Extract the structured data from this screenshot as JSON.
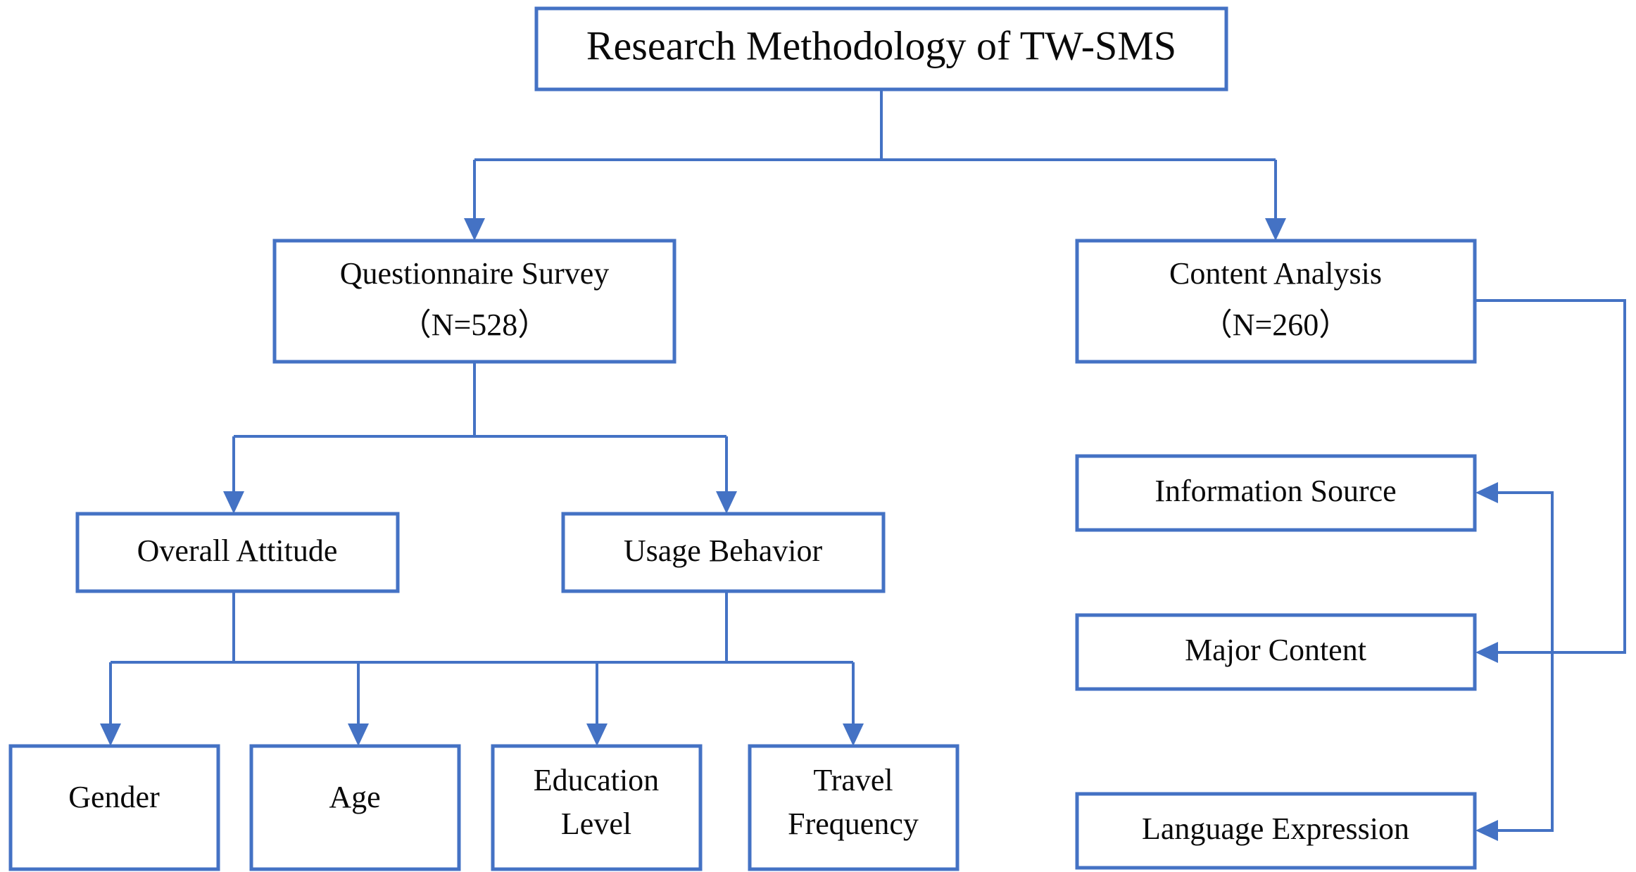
{
  "diagram": {
    "title": "Research Methodology of TW-SMS",
    "accent_color": "#4472C4",
    "box_fill": "#FFFFFF",
    "text_color": "#0A0A0A",
    "background": "#FFFFFF"
  },
  "nodes": {
    "root": {
      "label": "Research Methodology of TW-SMS"
    },
    "branch_left": {
      "line1": "Questionnaire Survey",
      "line2": "（N=528）"
    },
    "branch_right": {
      "line1": "Content Analysis",
      "line2": "（N=260）"
    },
    "survey_children": [
      {
        "label": "Overall Attitude"
      },
      {
        "label": "Usage Behavior"
      }
    ],
    "demographics": [
      {
        "line1": "Gender",
        "line2": ""
      },
      {
        "line1": "Age",
        "line2": ""
      },
      {
        "line1": "Education",
        "line2": "Level"
      },
      {
        "line1": "Travel",
        "line2": "Frequency"
      }
    ],
    "content_children": [
      {
        "label": "Information Source"
      },
      {
        "label": "Major Content"
      },
      {
        "label": "Language Expression"
      }
    ]
  },
  "chart_data": {
    "type": "diagram",
    "diagram_kind": "flowchart-tree",
    "title": "Research Methodology of TW-SMS",
    "levels": [
      {
        "level": 0,
        "nodes": [
          "Research Methodology of TW-SMS"
        ]
      },
      {
        "level": 1,
        "nodes": [
          "Questionnaire Survey（N=528）",
          "Content Analysis（N=260）"
        ]
      },
      {
        "level": 2,
        "nodes": [
          "Overall Attitude",
          "Usage Behavior",
          "Information Source",
          "Major Content",
          "Language Expression"
        ]
      },
      {
        "level": 3,
        "nodes": [
          "Gender",
          "Age",
          "Education Level",
          "Travel Frequency"
        ]
      }
    ],
    "sample_sizes": {
      "Questionnaire Survey": 528,
      "Content Analysis": 260
    },
    "edges": [
      {
        "from": "Research Methodology of TW-SMS",
        "to": "Questionnaire Survey（N=528）"
      },
      {
        "from": "Research Methodology of TW-SMS",
        "to": "Content Analysis（N=260）"
      },
      {
        "from": "Questionnaire Survey（N=528）",
        "to": "Overall Attitude"
      },
      {
        "from": "Questionnaire Survey（N=528）",
        "to": "Usage Behavior"
      },
      {
        "from": "Overall Attitude",
        "to": "Gender"
      },
      {
        "from": "Overall Attitude",
        "to": "Age"
      },
      {
        "from": "Overall Attitude",
        "to": "Education Level"
      },
      {
        "from": "Overall Attitude",
        "to": "Travel Frequency"
      },
      {
        "from": "Usage Behavior",
        "to": "Gender"
      },
      {
        "from": "Usage Behavior",
        "to": "Age"
      },
      {
        "from": "Usage Behavior",
        "to": "Education Level"
      },
      {
        "from": "Usage Behavior",
        "to": "Travel Frequency"
      },
      {
        "from": "Content Analysis（N=260）",
        "to": "Information Source"
      },
      {
        "from": "Content Analysis（N=260）",
        "to": "Major Content"
      },
      {
        "from": "Content Analysis（N=260）",
        "to": "Language Expression"
      }
    ]
  }
}
